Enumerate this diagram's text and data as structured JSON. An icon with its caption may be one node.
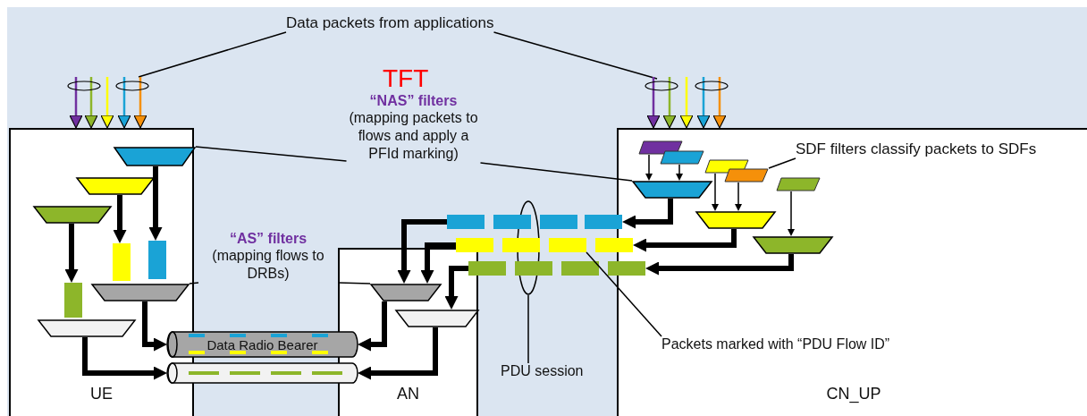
{
  "diagram": {
    "nodes": [
      {
        "text": [
          "UE"
        ]
      },
      {
        "text": [
          "AN"
        ]
      },
      {
        "text": [
          "CN_UP"
        ]
      },
      {
        "text": [
          "Data packets from applications"
        ]
      },
      {
        "text": [
          "“NAS” filters",
          "(mapping packets to flows and apply a PFId marking)"
        ]
      },
      {
        "text": [
          "“AS” filters",
          "(mapping flows to DRBs)"
        ]
      },
      {
        "text": [
          "SDF filters classify packets to SDFs"
        ],
        "in": 2
      },
      {
        "text": [
          "Packets marked with “PDU Flow ID”"
        ],
        "in": 2
      },
      {
        "text": [
          "PDU session"
        ]
      },
      {
        "text": [],
        "shape": "ellipse"
      },
      {
        "text": [],
        "shape": "trapezoid",
        "in": 0
      },
      {
        "text": [],
        "shape": "trapezoid",
        "in": 0
      },
      {
        "text": [],
        "shape": "trapezoid",
        "in": 0
      },
      {
        "text": [],
        "shape": "box",
        "in": 0
      },
      {
        "text": [],
        "shape": "box",
        "in": 0
      },
      {
        "text": [],
        "shape": "box",
        "in": 0
      },
      {
        "text": [],
        "shape": "trapezoid",
        "in": 0
      },
      {
        "text": [],
        "shape": "trapezoid",
        "in": 0
      },
      {
        "text": [
          "Data Radio Bearer"
        ]
      },
      {
        "text": [],
        "shape": "cylinder"
      },
      {
        "text": [],
        "shape": "trapezoid",
        "in": 1
      },
      {
        "text": [],
        "shape": "trapezoid",
        "in": 1
      },
      {
        "text": [],
        "shape": "parallelogram",
        "in": 2
      },
      {
        "text": [],
        "shape": "parallelogram",
        "in": 2
      },
      {
        "text": [],
        "shape": "parallelogram",
        "in": 2
      },
      {
        "text": [],
        "shape": "parallelogram",
        "in": 2
      },
      {
        "text": [],
        "shape": "parallelogram",
        "in": 2
      },
      {
        "text": [],
        "shape": "trapezoid",
        "in": 2
      },
      {
        "text": [],
        "shape": "trapezoid",
        "in": 2
      },
      {
        "text": [],
        "shape": "trapezoid",
        "in": 2
      },
      {
        "text": [],
        "shape": "box"
      },
      {
        "text": [],
        "shape": "box"
      },
      {
        "text": [],
        "shape": "box"
      },
      {
        "text": [],
        "shape": "box"
      },
      {
        "text": [],
        "shape": "box"
      },
      {
        "text": [],
        "shape": "box"
      },
      {
        "text": [],
        "shape": "box"
      },
      {
        "text": [],
        "shape": "box"
      },
      {
        "text": [],
        "shape": "box"
      },
      {
        "text": [],
        "shape": "box"
      },
      {
        "text": [],
        "shape": "box"
      },
      {
        "text": [],
        "shape": "box"
      }
    ],
    "edges": [
      {
        "from": 3,
        "to": null,
        "arrow": "none"
      },
      {
        "from": 3,
        "to": null,
        "arrow": "none"
      },
      {
        "from": 4,
        "to": 10,
        "arrow": "none"
      },
      {
        "from": 4,
        "to": 27,
        "arrow": "none"
      },
      {
        "from": 5,
        "to": 16,
        "arrow": "none"
      },
      {
        "from": 5,
        "to": 20,
        "arrow": "none"
      },
      {
        "from": 6,
        "to": 25,
        "arrow": "none"
      },
      {
        "from": 7,
        "to": 36,
        "arrow": "none"
      },
      {
        "from": 8,
        "to": 9,
        "arrow": "none"
      },
      {
        "from": null,
        "to": 0,
        "arrow": "to",
        "color": "#7030a0"
      },
      {
        "from": null,
        "to": 0,
        "arrow": "to",
        "color": "#8db62a"
      },
      {
        "from": null,
        "to": 0,
        "arrow": "to",
        "color": "#ffff00"
      },
      {
        "from": null,
        "to": 0,
        "arrow": "to",
        "color": "#1aa3d6"
      },
      {
        "from": null,
        "to": 0,
        "arrow": "to",
        "color": "#f5900a"
      },
      {
        "from": null,
        "to": 2,
        "arrow": "to",
        "color": "#7030a0"
      },
      {
        "from": null,
        "to": 2,
        "arrow": "to",
        "color": "#8db62a"
      },
      {
        "from": null,
        "to": 2,
        "arrow": "to",
        "color": "#ffff00"
      },
      {
        "from": null,
        "to": 2,
        "arrow": "to",
        "color": "#1aa3d6"
      },
      {
        "from": null,
        "to": 2,
        "arrow": "to",
        "color": "#f5900a"
      },
      {
        "from": 10,
        "to": 14,
        "arrow": "to",
        "style": "thick"
      },
      {
        "from": 11,
        "to": 13,
        "arrow": "to",
        "style": "thick"
      },
      {
        "from": 12,
        "to": 15,
        "arrow": "to",
        "style": "thick"
      },
      {
        "from": 16,
        "to": 18,
        "arrow": "to",
        "style": "thick"
      },
      {
        "from": 17,
        "to": 19,
        "arrow": "to",
        "style": "thick"
      },
      {
        "from": 22,
        "to": 27,
        "arrow": "to"
      },
      {
        "from": 23,
        "to": 27,
        "arrow": "to"
      },
      {
        "from": 24,
        "to": 28,
        "arrow": "to"
      },
      {
        "from": 25,
        "to": 28,
        "arrow": "to"
      },
      {
        "from": 26,
        "to": 29,
        "arrow": "to"
      },
      {
        "from": 27,
        "to": 33,
        "arrow": "to",
        "style": "thick"
      },
      {
        "from": 28,
        "to": 37,
        "arrow": "to",
        "style": "thick"
      },
      {
        "from": 29,
        "to": 41,
        "arrow": "to",
        "style": "thick"
      },
      {
        "from": 30,
        "to": 20,
        "arrow": "to",
        "style": "thick"
      },
      {
        "from": 34,
        "to": 20,
        "arrow": "to",
        "style": "thick"
      },
      {
        "from": 38,
        "to": 21,
        "arrow": "to",
        "style": "thick"
      },
      {
        "from": 20,
        "to": 18,
        "arrow": "to",
        "style": "thick"
      },
      {
        "from": 21,
        "to": 19,
        "arrow": "to",
        "style": "thick"
      }
    ],
    "labels": [
      "TFT"
    ]
  }
}
